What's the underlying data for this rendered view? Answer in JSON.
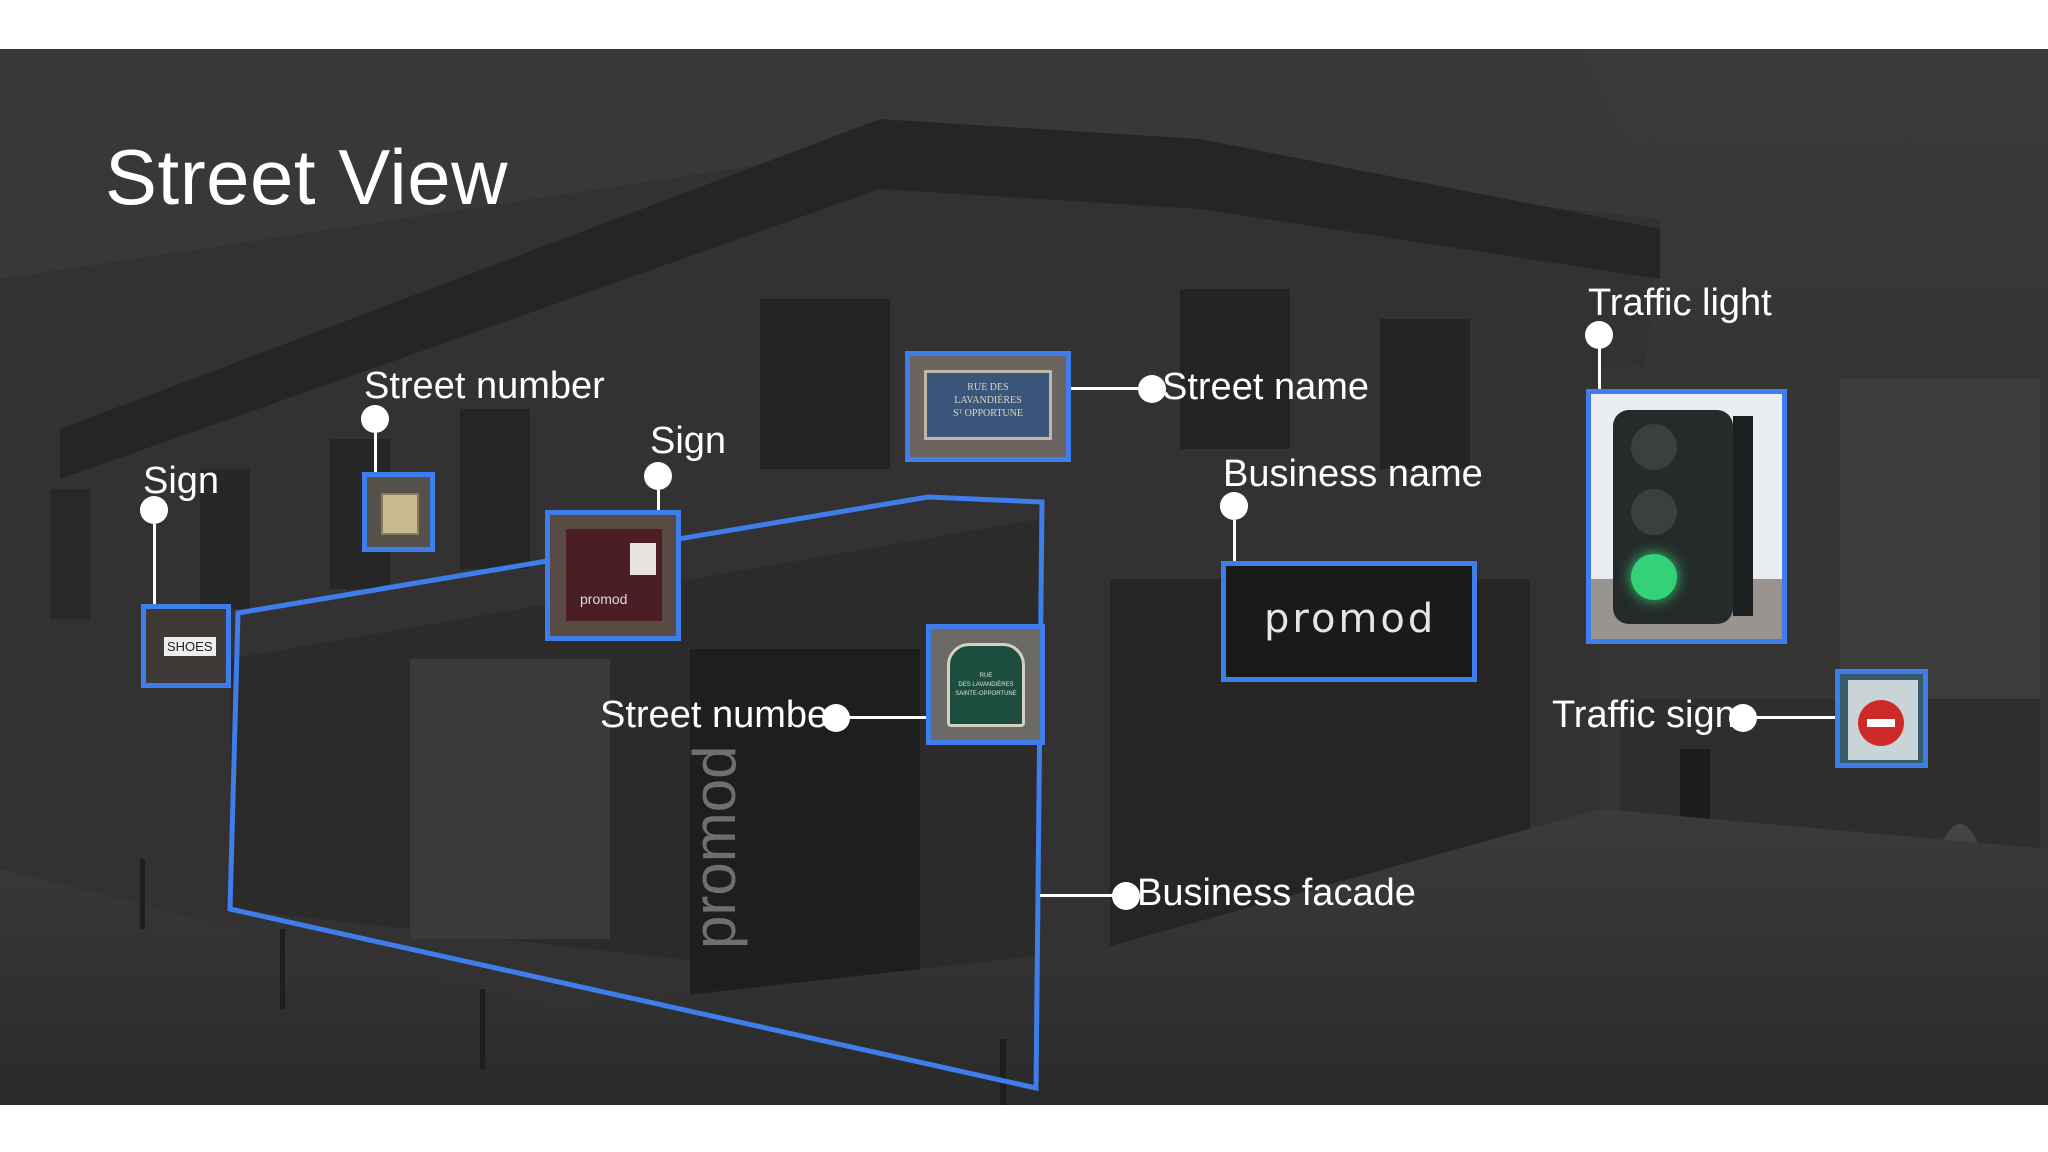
{
  "slide": {
    "title": "Street View"
  },
  "colors": {
    "annotation_blue": "#3f7eea",
    "label_white": "#ffffff",
    "background": "#ffffff",
    "photo_dark": "#2e2e2e"
  },
  "annotations": [
    {
      "id": "sign-left",
      "label": "Sign",
      "icon": "shoes-sign-thumbnail"
    },
    {
      "id": "street-number-top",
      "label": "Street number",
      "icon": "plaque-thumbnail"
    },
    {
      "id": "sign-middle",
      "label": "Sign",
      "icon": "promod-sign-thumbnail"
    },
    {
      "id": "street-name",
      "label": "Street name",
      "icon": "street-name-plate-thumbnail"
    },
    {
      "id": "business-name",
      "label": "Business name",
      "icon": "promod-logo-thumbnail"
    },
    {
      "id": "traffic-light",
      "label": "Traffic light",
      "icon": "traffic-light-thumbnail"
    },
    {
      "id": "street-number-bottom",
      "label": "Street number",
      "icon": "street-sign-thumbnail"
    },
    {
      "id": "traffic-sign",
      "label": "Traffic sign",
      "icon": "no-entry-sign-thumbnail"
    },
    {
      "id": "business-facade",
      "label": "Business facade",
      "icon": "facade-outline"
    }
  ],
  "thumbnails": {
    "shoes_text": "SHOES",
    "promod_small": "promod",
    "street_name_lines": [
      "RUE DES",
      "LAVANDIÈRES",
      "Sᵀ OPPORTUNE"
    ],
    "promod_logo": "promod",
    "street_sign_lines": [
      "RUE",
      "DES LAVANDIÈRES",
      "SAINTE-OPPORTUNE"
    ]
  },
  "photo_text": {
    "window_logo": "promod"
  }
}
